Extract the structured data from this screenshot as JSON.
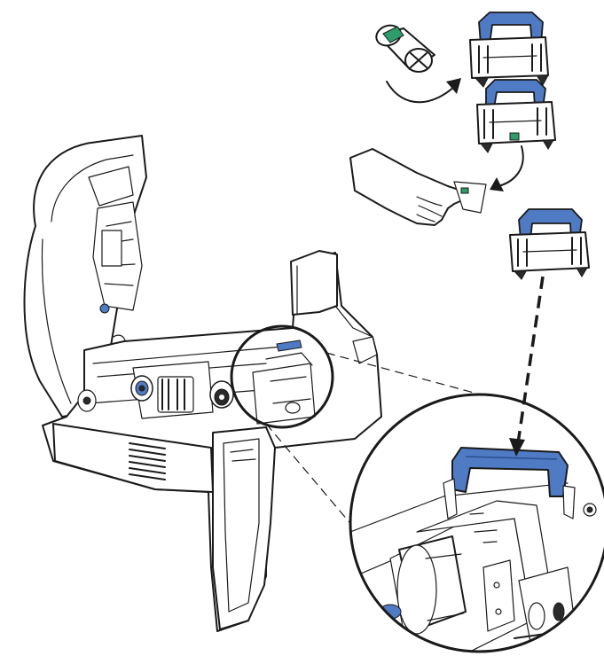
{
  "colors": {
    "line": "#1a1a1a",
    "background": "#ffffff",
    "accent_blue": "#4f7bc4",
    "accent_green": "#2e9c6a"
  },
  "icons": {
    "cleaning_roller": "cleaning-roller-icon",
    "cartridge": "cleaning-cartridge-icon",
    "hand": "hand-peeling-icon",
    "printer": "card-printer-illustration"
  },
  "steps": [
    {
      "name": "insert-roller-into-cartridge"
    },
    {
      "name": "peel-protective-wrapper"
    },
    {
      "name": "install-cartridge-in-printer"
    }
  ]
}
